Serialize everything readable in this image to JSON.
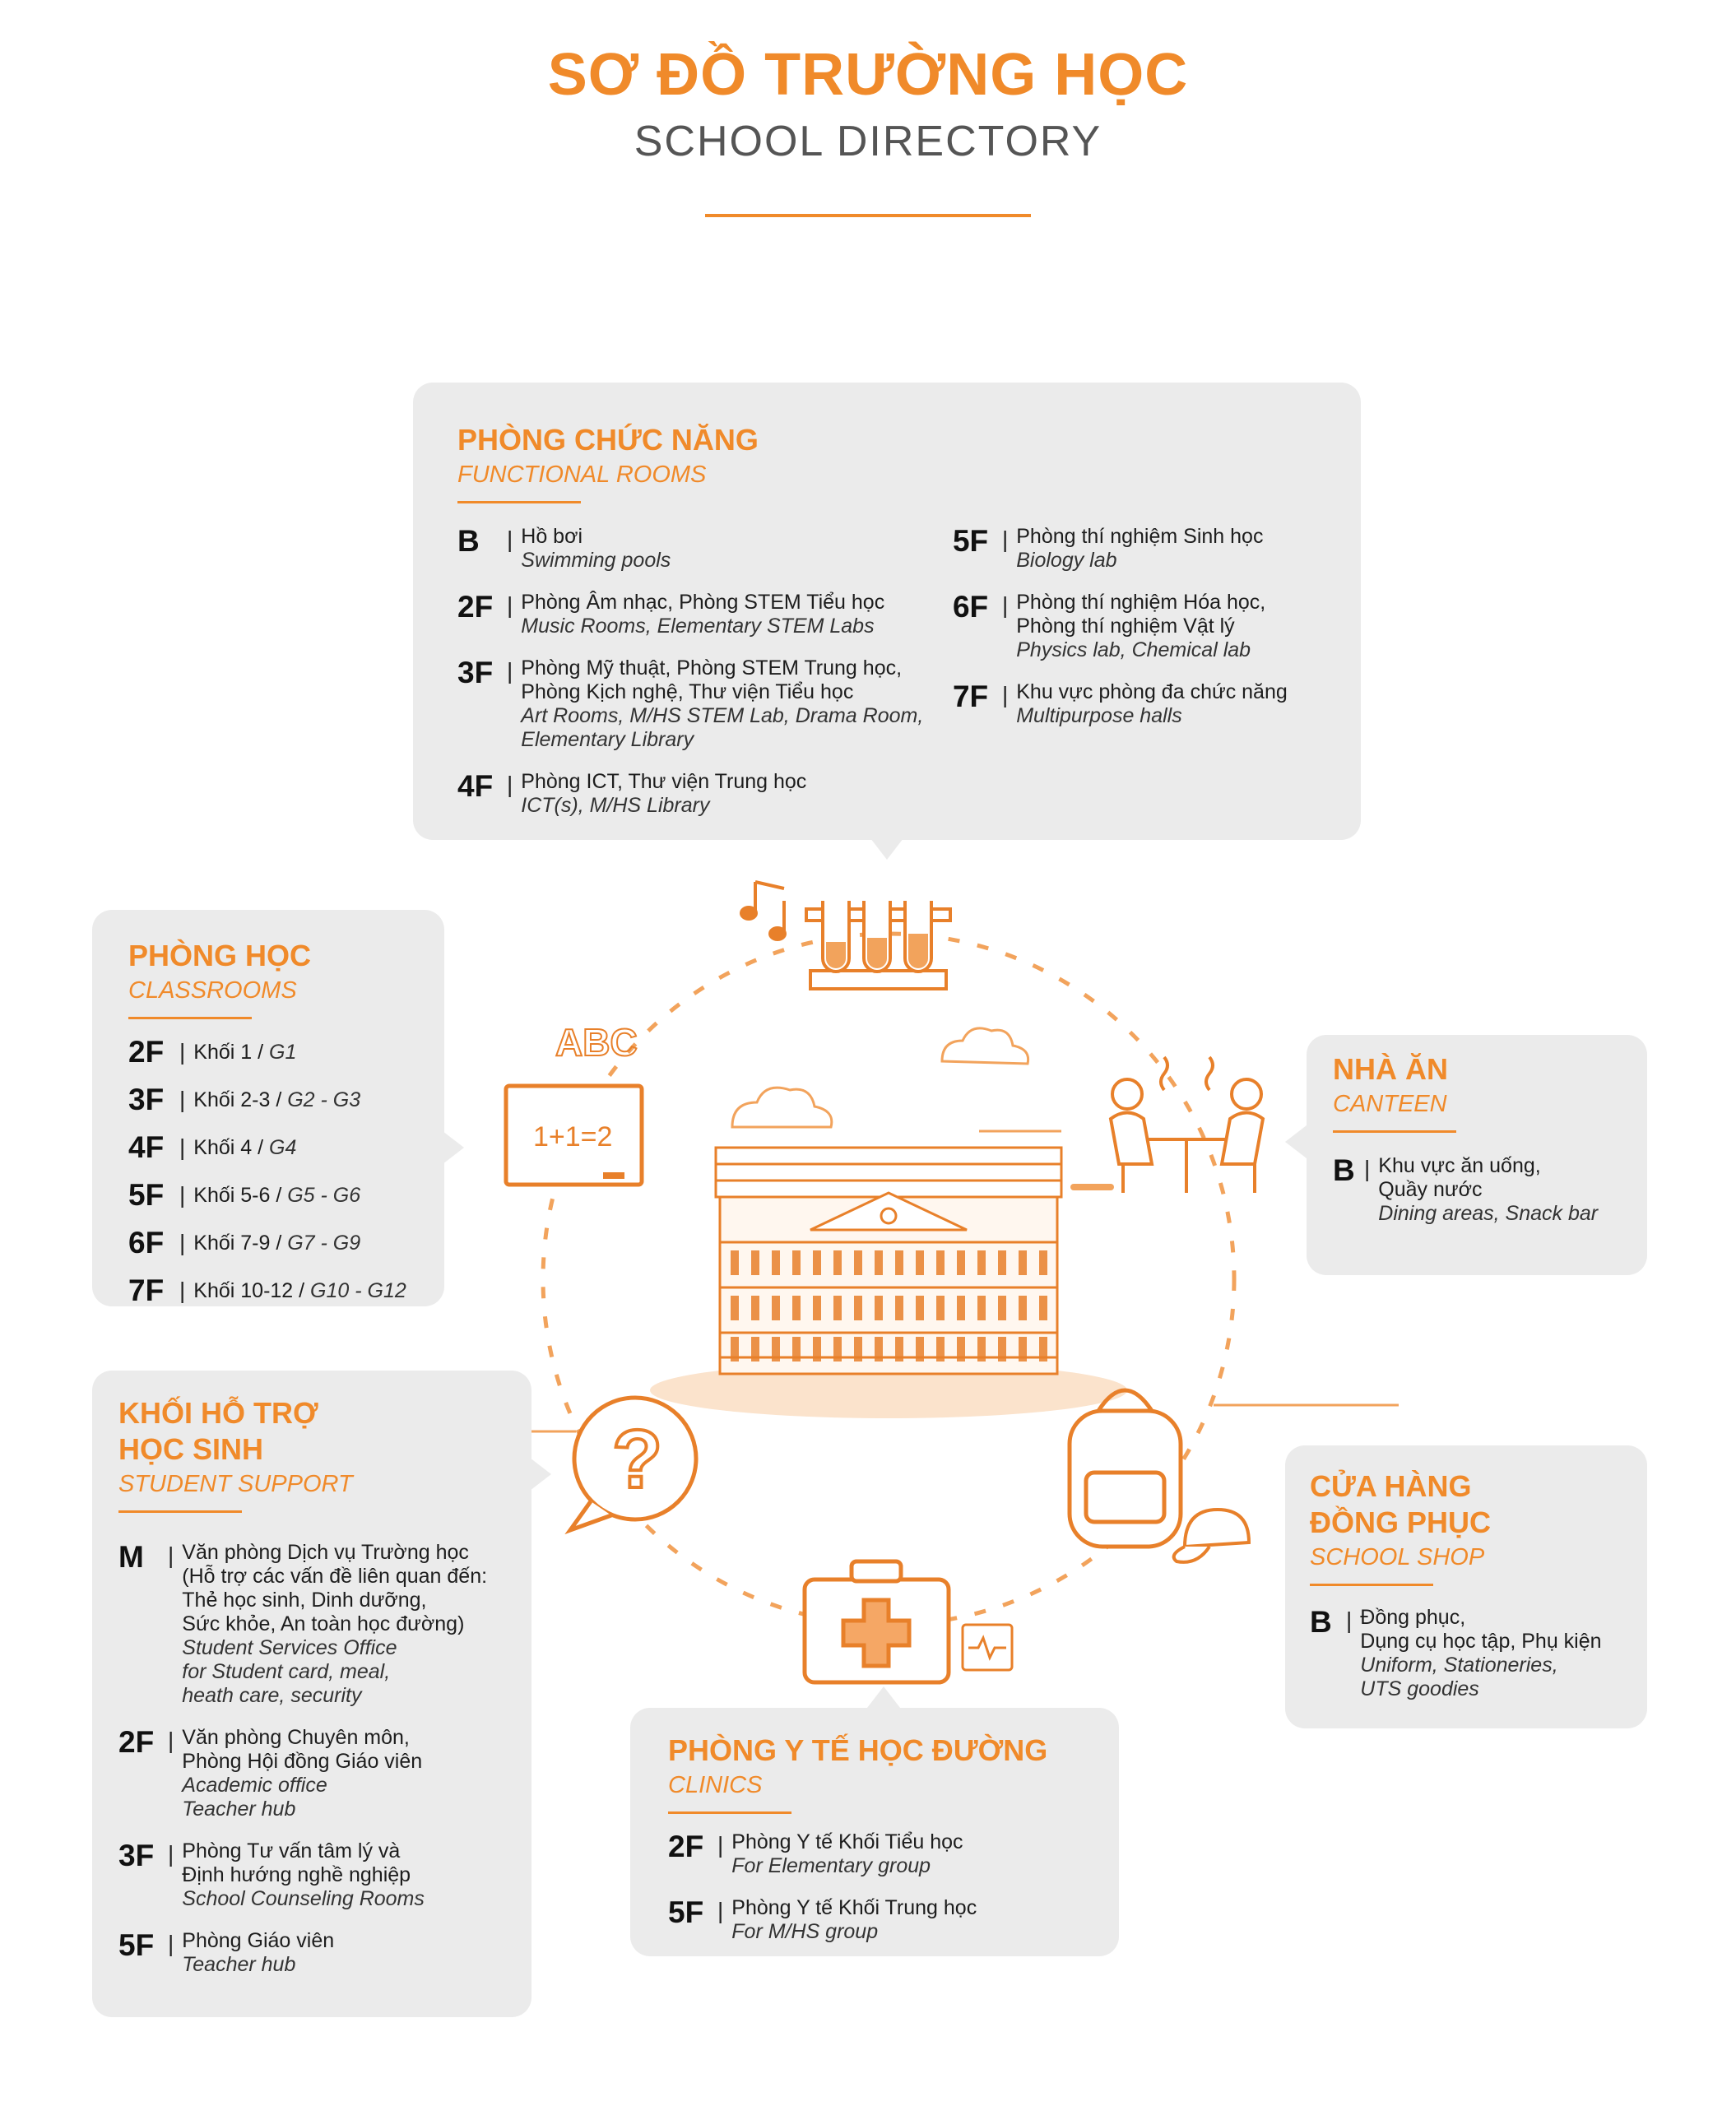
{
  "header": {
    "title_vi": "SƠ ĐỒ TRƯỜNG HỌC",
    "title_en": "SCHOOL DIRECTORY"
  },
  "colors": {
    "accent": "#f08a2a",
    "card_bg": "#ebebeb",
    "text": "#1d1d1d"
  },
  "functional": {
    "title": "PHÒNG CHỨC NĂNG",
    "subtitle": "FUNCTIONAL ROOMS",
    "left": [
      {
        "floor": "B",
        "vi": [
          "Hồ bơi"
        ],
        "en": [
          "Swimming pools"
        ]
      },
      {
        "floor": "2F",
        "vi": [
          "Phòng Âm nhạc, Phòng STEM Tiểu học"
        ],
        "en": [
          "Music Rooms, Elementary STEM Labs"
        ]
      },
      {
        "floor": "3F",
        "vi": [
          "Phòng Mỹ thuật, Phòng STEM Trung học,",
          "Phòng Kịch nghệ, Thư viện Tiểu học"
        ],
        "en": [
          "Art Rooms, M/HS STEM Lab, Drama Room,",
          "Elementary Library"
        ]
      },
      {
        "floor": "4F",
        "vi": [
          "Phòng ICT, Thư viện Trung học"
        ],
        "en": [
          "ICT(s), M/HS Library"
        ]
      }
    ],
    "right": [
      {
        "floor": "5F",
        "vi": [
          "Phòng thí nghiệm Sinh học"
        ],
        "en": [
          "Biology lab"
        ]
      },
      {
        "floor": "6F",
        "vi": [
          "Phòng thí nghiệm Hóa học,",
          "Phòng thí nghiệm Vật lý"
        ],
        "en": [
          "Physics lab, Chemical lab"
        ]
      },
      {
        "floor": "7F",
        "vi": [
          "Khu vực phòng đa chức năng"
        ],
        "en": [
          "Multipurpose halls"
        ]
      }
    ]
  },
  "classrooms": {
    "title": "PHÒNG HỌC",
    "subtitle": "CLASSROOMS",
    "rows": [
      {
        "floor": "2F",
        "vi": "Khối 1 / ",
        "en": "G1"
      },
      {
        "floor": "3F",
        "vi": "Khối 2-3 / ",
        "en": "G2 - G3"
      },
      {
        "floor": "4F",
        "vi": "Khối 4 / ",
        "en": "G4"
      },
      {
        "floor": "5F",
        "vi": "Khối 5-6 / ",
        "en": "G5 - G6"
      },
      {
        "floor": "6F",
        "vi": "Khối 7-9 / ",
        "en": "G7 - G9"
      },
      {
        "floor": "7F",
        "vi": "Khối 10-12 / ",
        "en": "G10 - G12"
      }
    ]
  },
  "canteen": {
    "title": "NHÀ ĂN",
    "subtitle": "CANTEEN",
    "entries": [
      {
        "floor": "B",
        "vi": [
          "Khu vực ăn uống,",
          "Quầy nước"
        ],
        "en": [
          "Dining areas, Snack bar"
        ]
      }
    ]
  },
  "support": {
    "title_line1": "KHỐI HỖ TRỢ",
    "title_line2": "HỌC SINH",
    "subtitle": "STUDENT SUPPORT",
    "entries": [
      {
        "floor": "M",
        "vi": [
          "Văn phòng Dịch vụ Trường học",
          "(Hỗ trợ các vấn đề liên quan đến:",
          "Thẻ học sinh, Dinh dưỡng,",
          "Sức khỏe, An toàn học đường)"
        ],
        "en": [
          "Student Services Office",
          "for Student card, meal,",
          "heath care, security"
        ]
      },
      {
        "floor": "2F",
        "vi": [
          "Văn phòng Chuyên môn,",
          "Phòng Hội đồng Giáo viên"
        ],
        "en": [
          "Academic office",
          "Teacher hub"
        ]
      },
      {
        "floor": "3F",
        "vi": [
          "Phòng Tư vấn tâm lý và",
          "Định hướng nghề nghiệp"
        ],
        "en": [
          "School Counseling Rooms"
        ]
      },
      {
        "floor": "5F",
        "vi": [
          "Phòng Giáo viên"
        ],
        "en": [
          "Teacher hub"
        ]
      }
    ]
  },
  "shop": {
    "title_line1": "CỬA HÀNG",
    "title_line2": "ĐỒNG PHỤC",
    "subtitle": "SCHOOL SHOP",
    "entries": [
      {
        "floor": "B",
        "vi": [
          "Đồng phục,",
          "Dụng cụ học tập, Phụ kiện"
        ],
        "en": [
          "Uniform, Stationeries,",
          "UTS goodies"
        ]
      }
    ]
  },
  "clinics": {
    "title": "PHÒNG Y TẾ HỌC ĐƯỜNG",
    "subtitle": "CLINICS",
    "entries": [
      {
        "floor": "2F",
        "vi": [
          "Phòng Y tế Khối Tiểu học"
        ],
        "en": [
          "For Elementary group"
        ]
      },
      {
        "floor": "5F",
        "vi": [
          "Phòng Y tế Khối Trung học"
        ],
        "en": [
          "For M/HS group"
        ]
      }
    ]
  },
  "illustration": {
    "chalkboard_text": "1+1=2",
    "abc_text": "ABC",
    "question_mark": "?",
    "icons": [
      "music-notes-icon",
      "test-tubes-icon",
      "chalkboard-icon",
      "abc-blocks-icon",
      "canteen-table-icon",
      "school-building-icon",
      "question-bubble-icon",
      "backpack-icon",
      "cap-icon",
      "first-aid-kit-icon",
      "heart-monitor-icon",
      "cloud-icon"
    ]
  }
}
